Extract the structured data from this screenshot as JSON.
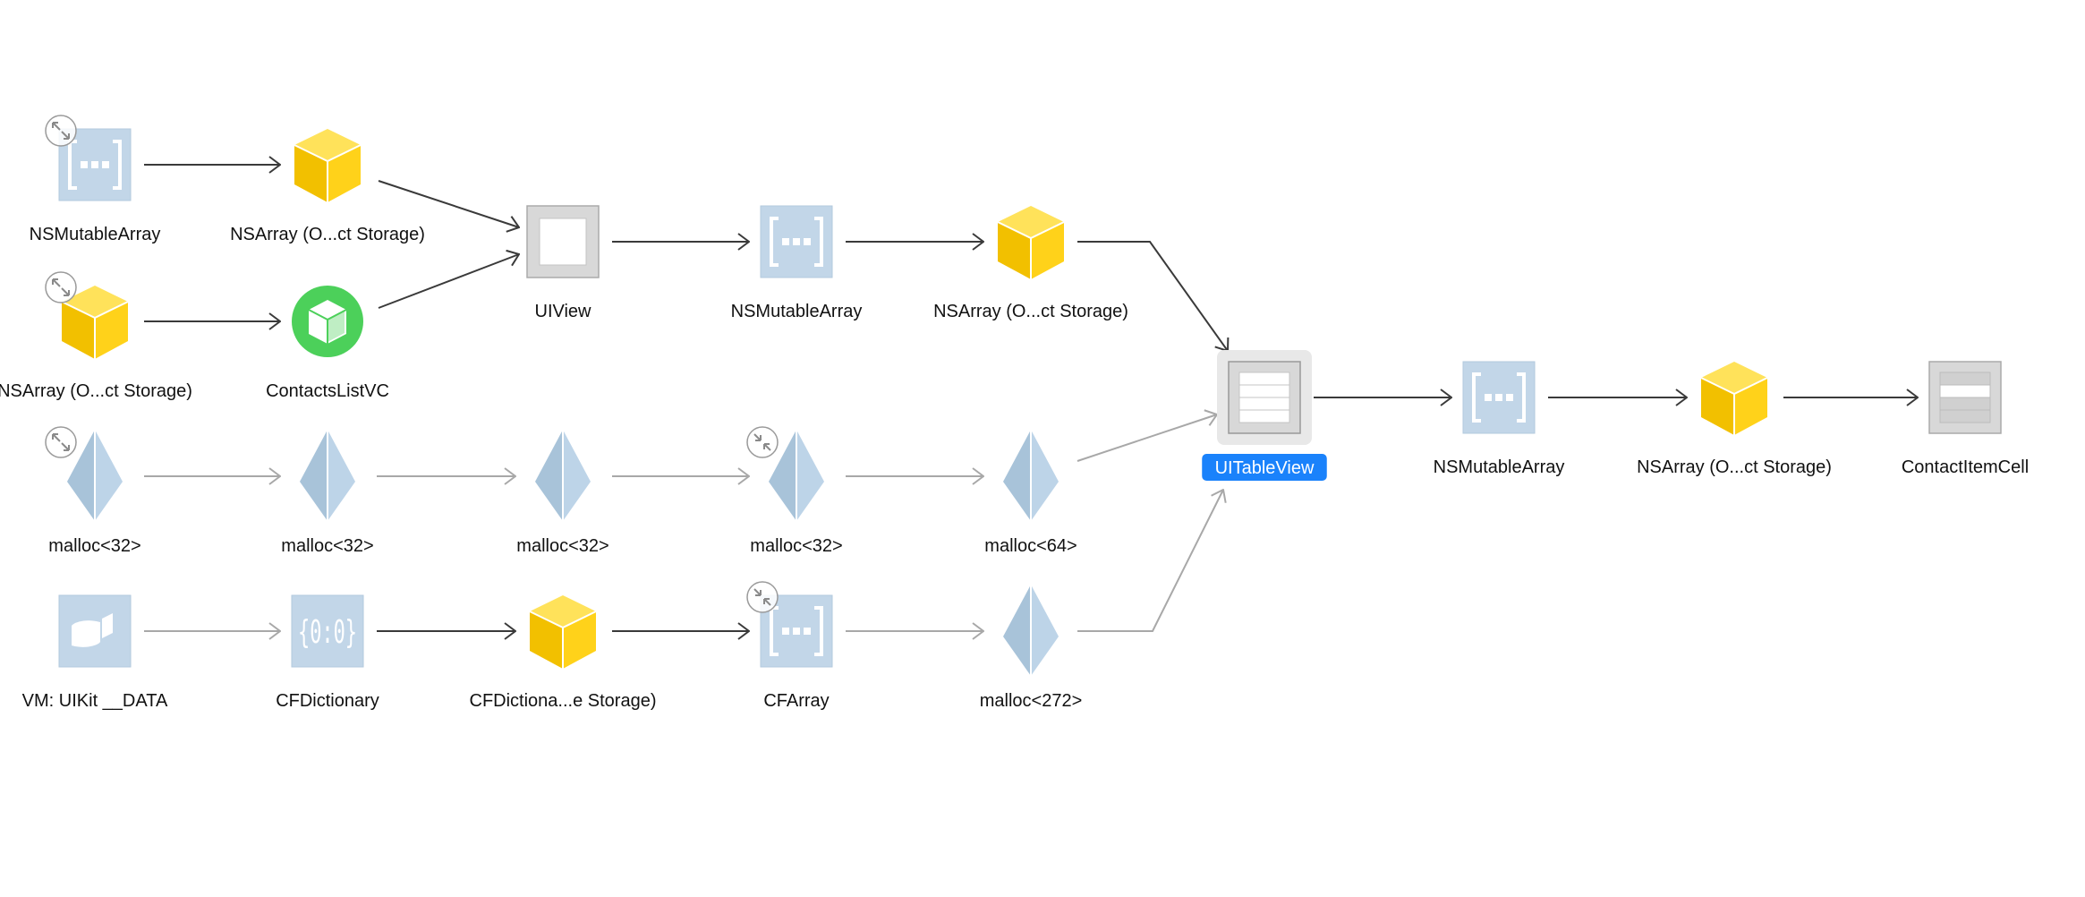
{
  "graph": {
    "colors": {
      "dark_edge": "#3a3a3a",
      "light_edge": "#a8a8a8",
      "selected": "#1a82fb",
      "array_blue": "#c2d6e8",
      "cube_yellow": "#ffd21a",
      "class_green": "#4cd05a"
    },
    "nodes": [
      {
        "id": "n1",
        "label": "NSMutableArray",
        "icon": "array-icon",
        "badge": "expand"
      },
      {
        "id": "n2",
        "label": "NSArray (O...ct Storage)",
        "icon": "cube-icon"
      },
      {
        "id": "n3",
        "label": "NSArray (O...ct Storage)",
        "icon": "cube-icon",
        "badge": "expand"
      },
      {
        "id": "n4",
        "label": "ContactsListVC",
        "icon": "class-instance-icon"
      },
      {
        "id": "n5",
        "label": "UIView",
        "icon": "view-icon"
      },
      {
        "id": "n6",
        "label": "NSMutableArray",
        "icon": "array-icon"
      },
      {
        "id": "n7",
        "label": "NSArray (O...ct Storage)",
        "icon": "cube-icon"
      },
      {
        "id": "n8",
        "label": "UITableView",
        "icon": "table-view-icon",
        "selected": true
      },
      {
        "id": "n9",
        "label": "NSMutableArray",
        "icon": "array-icon"
      },
      {
        "id": "n10",
        "label": "NSArray (O...ct Storage)",
        "icon": "cube-icon"
      },
      {
        "id": "n11",
        "label": "ContactItemCell",
        "icon": "table-cell-icon"
      },
      {
        "id": "m1",
        "label": "malloc<32>",
        "icon": "malloc-icon",
        "badge": "expand"
      },
      {
        "id": "m2",
        "label": "malloc<32>",
        "icon": "malloc-icon"
      },
      {
        "id": "m3",
        "label": "malloc<32>",
        "icon": "malloc-icon"
      },
      {
        "id": "m4",
        "label": "malloc<32>",
        "icon": "malloc-icon",
        "badge": "collapse"
      },
      {
        "id": "m5",
        "label": "malloc<64>",
        "icon": "malloc-icon"
      },
      {
        "id": "v1",
        "label": "VM: UIKit __DATA",
        "icon": "vm-region-icon"
      },
      {
        "id": "v2",
        "label": "CFDictionary",
        "icon": "dictionary-icon"
      },
      {
        "id": "v3",
        "label": "CFDictiona...e Storage)",
        "icon": "cube-icon"
      },
      {
        "id": "v4",
        "label": "CFArray",
        "icon": "array-icon",
        "badge": "collapse"
      },
      {
        "id": "v5",
        "label": "malloc<272>",
        "icon": "malloc-icon"
      }
    ],
    "edges": [
      {
        "from": "n1",
        "to": "n2",
        "style": "dark"
      },
      {
        "from": "n2",
        "to": "n5",
        "style": "dark"
      },
      {
        "from": "n3",
        "to": "n4",
        "style": "dark"
      },
      {
        "from": "n4",
        "to": "n5",
        "style": "dark"
      },
      {
        "from": "n5",
        "to": "n6",
        "style": "dark"
      },
      {
        "from": "n6",
        "to": "n7",
        "style": "dark"
      },
      {
        "from": "n7",
        "to": "n8",
        "style": "dark"
      },
      {
        "from": "n8",
        "to": "n9",
        "style": "dark"
      },
      {
        "from": "n9",
        "to": "n10",
        "style": "dark"
      },
      {
        "from": "n10",
        "to": "n11",
        "style": "dark"
      },
      {
        "from": "m1",
        "to": "m2",
        "style": "light"
      },
      {
        "from": "m2",
        "to": "m3",
        "style": "light"
      },
      {
        "from": "m3",
        "to": "m4",
        "style": "light"
      },
      {
        "from": "m4",
        "to": "m5",
        "style": "light"
      },
      {
        "from": "m5",
        "to": "n8",
        "style": "light"
      },
      {
        "from": "v1",
        "to": "v2",
        "style": "light"
      },
      {
        "from": "v2",
        "to": "v3",
        "style": "dark"
      },
      {
        "from": "v3",
        "to": "v4",
        "style": "dark"
      },
      {
        "from": "v4",
        "to": "v5",
        "style": "light"
      },
      {
        "from": "v5",
        "to": "n8",
        "style": "light"
      }
    ]
  }
}
